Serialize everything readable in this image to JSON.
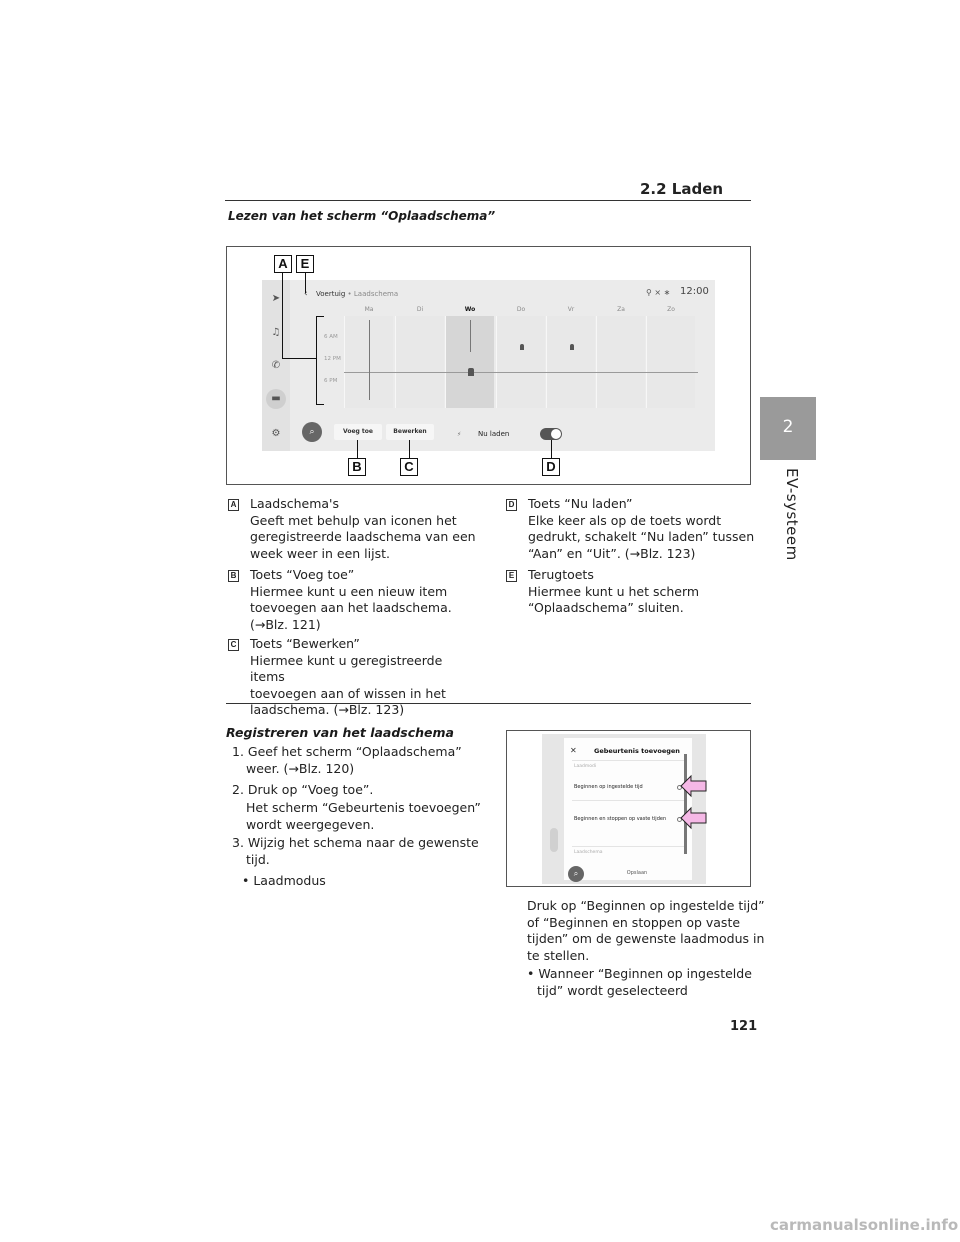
{
  "header": {
    "section": "2.2  Laden",
    "tab_number": "2",
    "tab_label": "EV-systeem"
  },
  "title": "Lezen van het scherm “Oplaadschema”",
  "screen1": {
    "back": "‹",
    "breadcrumb_main": "Voertuig",
    "breadcrumb_sep": " • ",
    "breadcrumb_sub": "Laadschema",
    "status_icons": "⚲ ⨯ ∗",
    "clock": "12:00",
    "days": [
      "Ma",
      "Di",
      "Wo",
      "Do",
      "Vr",
      "Za",
      "Zo"
    ],
    "today": "Wo",
    "times": [
      "6 AM",
      "12 PM",
      "6 PM"
    ],
    "search_icon": "magnifier-icon",
    "add_button": "Voeg toe",
    "edit_button": "Bewerken",
    "charge_icon": "⚡",
    "charge_now_label": "Nu laden",
    "charge_now_on": true,
    "sidebar_icons": [
      "navigation-icon",
      "music-icon",
      "phone-icon",
      "car-icon",
      "settings-icon"
    ]
  },
  "callouts": {
    "a": "A",
    "b": "B",
    "c": "C",
    "d": "D",
    "e": "E"
  },
  "descriptions": {
    "a": {
      "letter": "A",
      "lines": [
        "Laadschema's",
        "Geeft met behulp van iconen het",
        "geregistreerde laadschema van een",
        "week weer in een lijst."
      ]
    },
    "b": {
      "letter": "B",
      "lines": [
        "Toets “Voeg toe”",
        "Hiermee kunt u een nieuw item",
        "toevoegen aan het laadschema.",
        "(→Blz. 121)"
      ]
    },
    "c": {
      "letter": "C",
      "lines": [
        "Toets “Bewerken”",
        "Hiermee kunt u geregistreerde items",
        "toevoegen aan of wissen in het",
        "laadschema. (→Blz. 123)"
      ]
    },
    "d": {
      "letter": "D",
      "lines": [
        "Toets “Nu laden”",
        "Elke keer als op de toets wordt",
        "gedrukt, schakelt “Nu laden” tussen",
        "“Aan” en “Uit”. (→Blz. 123)"
      ]
    },
    "e": {
      "letter": "E",
      "lines": [
        "Terugtoets",
        "Hiermee kunt u het scherm",
        "“Oplaadschema” sluiten."
      ]
    }
  },
  "register": {
    "title": "Registreren van het laadschema",
    "step1": [
      "1. Geef het scherm “Oplaadschema”",
      "weer. (→Blz. 120)"
    ],
    "step2": "2. Druk op “Voeg toe”.",
    "step2_note": [
      "Het scherm “Gebeurtenis toevoegen”",
      "wordt weergegeven."
    ],
    "step3": [
      "3. Wijzig het schema naar de gewenste",
      "tijd."
    ],
    "bullet": "• Laadmodus"
  },
  "screen2": {
    "close": "✕",
    "title": "Gebeurtenis toevoegen",
    "section1": "Laadmodi",
    "option1": "Beginnen op ingestelde tijd",
    "option2": "Beginnen en stoppen op vaste tijden",
    "section2": "Laadschema",
    "save": "Opslaan",
    "arrow_color": "#f5b8e6"
  },
  "right_col": {
    "para": [
      "Druk op “Beginnen op ingestelde tijd”",
      "of “Beginnen en stoppen op vaste",
      "tijden” om de gewenste laadmodus in",
      "te stellen."
    ],
    "bullet": [
      "• Wanneer “Beginnen op ingestelde",
      "tijd” wordt geselecteerd"
    ]
  },
  "page_number": "121",
  "watermark": "carmanualsonline.info"
}
